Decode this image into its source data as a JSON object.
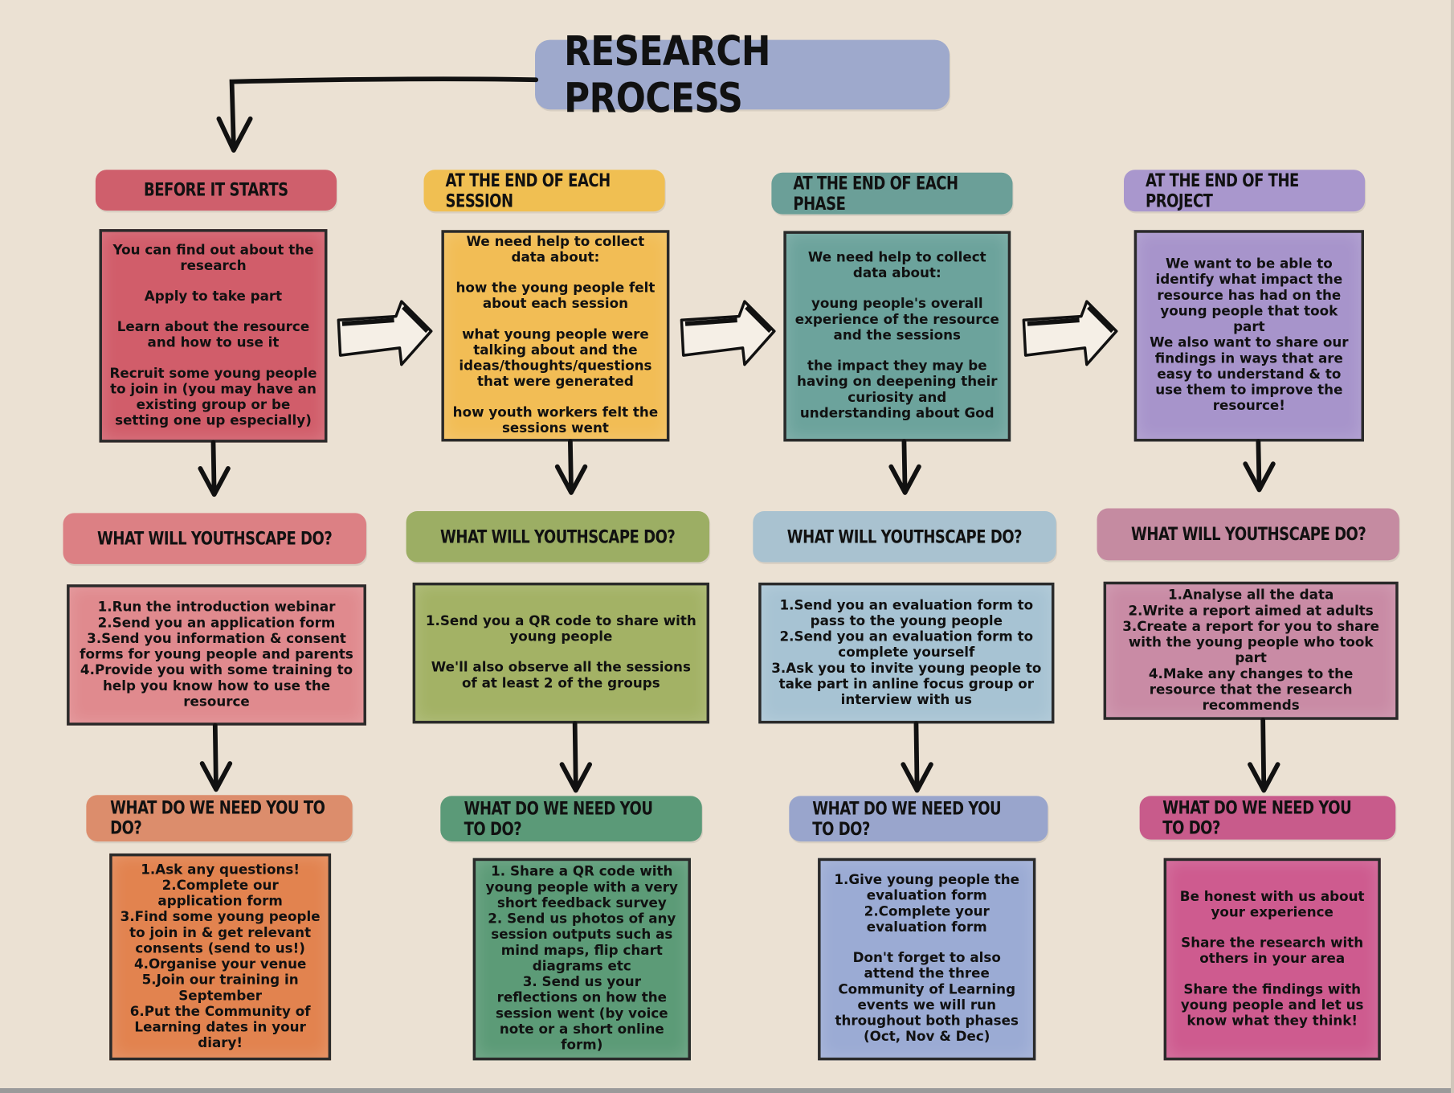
{
  "title": "RESEARCH PROCESS",
  "colors": {
    "background": "#ebe1d3",
    "title": "#9ea9cc"
  },
  "columns": [
    {
      "header": "Before it starts",
      "header_color": "#cf5f6c",
      "box_color": "#d15d6a",
      "info": [
        [
          "You can find out about the research"
        ],
        [
          "Apply to take part"
        ],
        [
          "Learn about the resource and how to use it"
        ],
        [
          "Recruit some young people to join in (you may have an existing group or be setting one up especially)"
        ]
      ],
      "youthscape_header": "What will Youthscape do?",
      "ys_header_color": "#dc8084",
      "ys_box_color": "#e08a8e",
      "youthscape": [
        [
          "1.Run the introduction webinar",
          "2.Send you an application form",
          "3.Send you information & consent forms for young people and parents",
          "4.Provide you with some training to help you know how to use the resource"
        ]
      ],
      "need_header": "What do we need you to do?",
      "need_header_color": "#dc8d6c",
      "need_box_color": "#e2834f",
      "need": [
        [
          "1.Ask any questions!",
          "2.Complete our application form",
          "3.Find some young people to join in & get relevant consents (send to us!)",
          "4.Organise your venue",
          "5.Join our training in September",
          "6.Put the Community of Learning dates in your diary!"
        ]
      ]
    },
    {
      "header": "At the end of each session",
      "header_color": "#f0bf52",
      "box_color": "#f2bd55",
      "info": [
        [
          "We need help to collect data about:"
        ],
        [
          "how the young people felt about each session"
        ],
        [
          "what young people were talking about and the ideas/thoughts/questions that were generated"
        ],
        [
          "how youth workers felt the sessions went"
        ]
      ],
      "youthscape_header": "What will Youthscape do?",
      "ys_header_color": "#9cae64",
      "ys_box_color": "#a3b265",
      "youthscape": [
        [
          "1.Send you a QR code to share with young people"
        ],
        [
          "We'll also observe all the sessions of at least 2 of the groups"
        ]
      ],
      "need_header": "What do we need you to do?",
      "need_header_color": "#5b9a78",
      "need_box_color": "#5c9b77",
      "need": [
        [
          "1.  Share a QR code with young people with a very short feedback survey",
          "2. Send us photos of any session outputs such as mind maps, flip chart diagrams etc",
          "3. Send us your reflections on how the session went (by voice note or a short online form)"
        ]
      ]
    },
    {
      "header": "At the end of each phase",
      "header_color": "#6b9f98",
      "box_color": "#6ca39c",
      "info": [
        [
          "We need help to collect data about:"
        ],
        [
          "young people's overall experience of the resource and the sessions"
        ],
        [
          "the impact they may be having on deepening their curiosity and understanding about God"
        ]
      ],
      "youthscape_header": "What will Youthscape do?",
      "ys_header_color": "#a9c2d0",
      "ys_box_color": "#a7c3d3",
      "youthscape": [
        [
          "1.Send you an evaluation form to pass to the young people",
          "2.Send you an evaluation form to complete yourself",
          "3.Ask you to invite young people to take part in anline focus group or interview with us"
        ]
      ],
      "need_header": "What do we need you to do?",
      "need_header_color": "#99a5cc",
      "need_box_color": "#9babd4",
      "need": [
        [
          "1.Give young people the evaluation form",
          "2.Complete your evaluation form"
        ],
        [
          "Don't forget to also attend the three Community of Learning events we will run throughout both phases (Oct, Nov & Dec)"
        ]
      ]
    },
    {
      "header": "At the end of the project",
      "header_color": "#a997cd",
      "box_color": "#a794cb",
      "info": [
        [
          "We want to be able to identify what impact the resource has had on the young people that took part",
          "We also want to share our findings in ways that are easy to understand & to use them to improve the resource!"
        ]
      ],
      "youthscape_header": "What will Youthscape do?",
      "ys_header_color": "#c58ba1",
      "ys_box_color": "#c98ba5",
      "youthscape": [
        [
          "1.Analyse all the data",
          "2.Write a report aimed at adults",
          "3.Create a report for you to share with the young people who took part",
          "4.Make any changes to the resource that the research recommends"
        ]
      ],
      "need_header": "What do we need you to do?",
      "need_header_color": "#c85b8b",
      "need_box_color": "#ce5b8f",
      "need": [
        [
          "Be honest with us about your experience"
        ],
        [
          "Share the research with others in your area"
        ],
        [
          "Share the findings with young people and let us know what they think!"
        ]
      ]
    }
  ]
}
